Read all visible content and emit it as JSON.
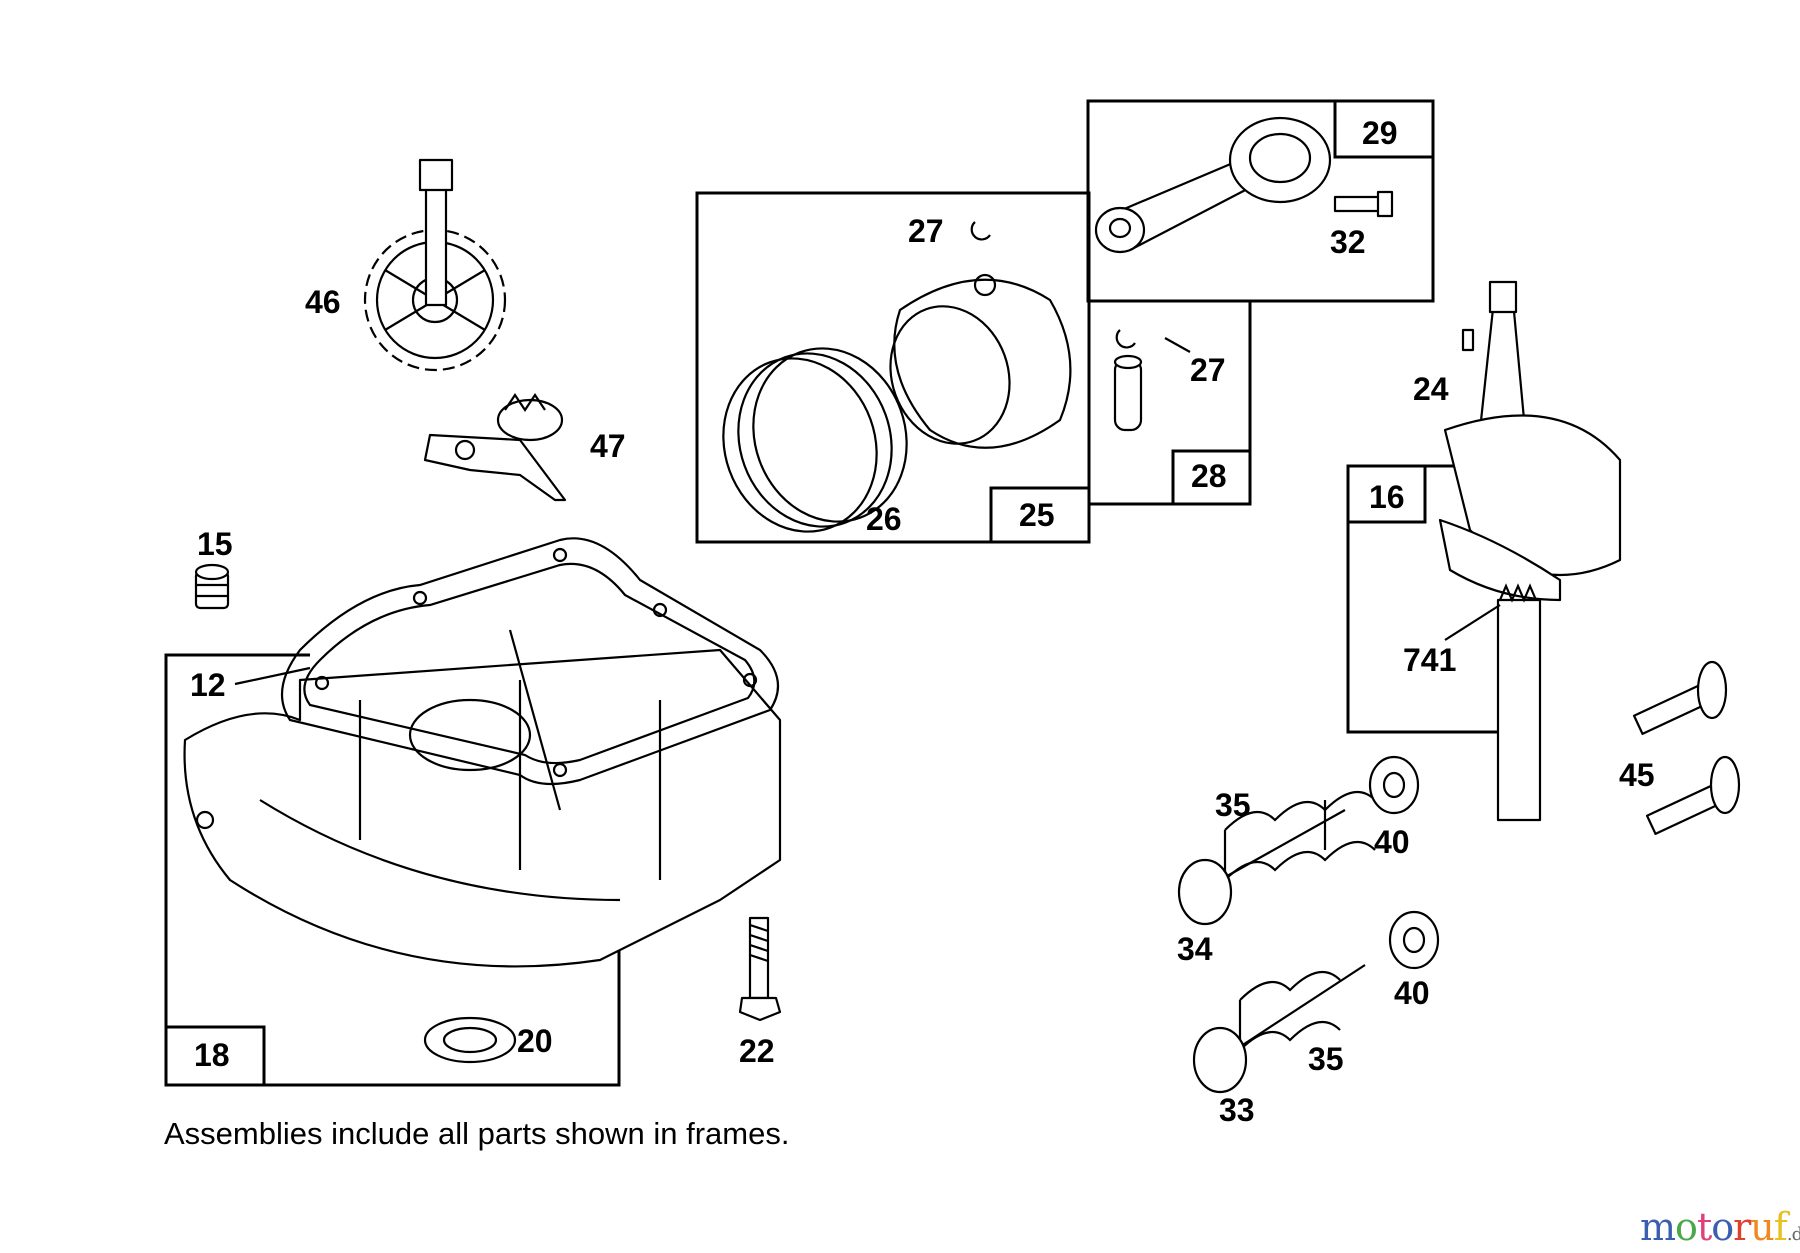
{
  "diagram": {
    "caption": "Assemblies include all parts shown in frames.",
    "callouts": {
      "p46": "46",
      "p47": "47",
      "p15": "15",
      "p12": "12",
      "p18": "18",
      "p20": "20",
      "p22": "22",
      "p27a": "27",
      "p26": "26",
      "p25": "25",
      "p29": "29",
      "p32": "32",
      "p27b": "27",
      "p28": "28",
      "p24": "24",
      "p16": "16",
      "p741": "741",
      "p45": "45",
      "p35a": "35",
      "p40a": "40",
      "p34": "34",
      "p40b": "40",
      "p35b": "35",
      "p33": "33"
    }
  },
  "watermark": {
    "text": "motoruf",
    "suffix": ".de",
    "colors": [
      "#3b5fb0",
      "#4aa84a",
      "#e0407a",
      "#3b5fb0",
      "#e04030",
      "#f08a20",
      "#e8c020"
    ]
  }
}
